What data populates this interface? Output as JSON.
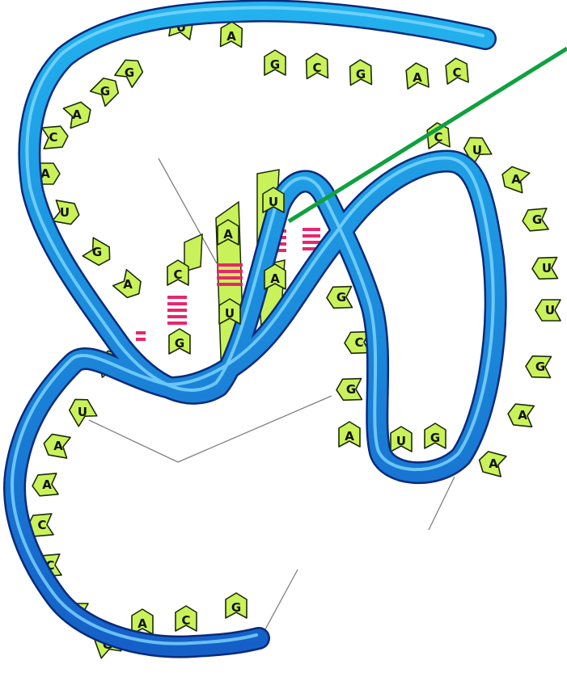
{
  "colors": {
    "ribbon_light": "#22b2ee",
    "ribbon_dark": "#1560c8",
    "ribbon_edge": "#0a2a7a",
    "base_fill": "#c9f25a",
    "base_edge": "#1a2a0a",
    "hbond": "#e8266e",
    "pointer_green": "#10a040",
    "leader_gray": "#808080"
  },
  "bases": [
    {
      "id": "b1",
      "letter": "G"
    },
    {
      "id": "b2",
      "letter": "U"
    },
    {
      "id": "b3",
      "letter": "A"
    },
    {
      "id": "b4",
      "letter": "G"
    },
    {
      "id": "b5",
      "letter": "C"
    },
    {
      "id": "b6",
      "letter": "G"
    },
    {
      "id": "b7",
      "letter": "A"
    },
    {
      "id": "b8",
      "letter": "C"
    },
    {
      "id": "b9",
      "letter": "G"
    },
    {
      "id": "b10",
      "letter": "A"
    },
    {
      "id": "b11",
      "letter": "C"
    },
    {
      "id": "b12",
      "letter": "A"
    },
    {
      "id": "b13",
      "letter": "U"
    },
    {
      "id": "b14",
      "letter": "G"
    },
    {
      "id": "b15",
      "letter": "A"
    },
    {
      "id": "b16",
      "letter": "C"
    },
    {
      "id": "b17",
      "letter": "G"
    },
    {
      "id": "b18",
      "letter": "A"
    },
    {
      "id": "b19",
      "letter": "U"
    },
    {
      "id": "b20",
      "letter": "U"
    },
    {
      "id": "b21",
      "letter": "A"
    },
    {
      "id": "b22",
      "letter": "C"
    },
    {
      "id": "b23",
      "letter": "U"
    },
    {
      "id": "b24",
      "letter": "A"
    },
    {
      "id": "b25",
      "letter": "G"
    },
    {
      "id": "b26",
      "letter": "U"
    },
    {
      "id": "b27",
      "letter": "U"
    },
    {
      "id": "b28",
      "letter": "G"
    },
    {
      "id": "b29",
      "letter": "A"
    },
    {
      "id": "b30",
      "letter": "A"
    },
    {
      "id": "b31",
      "letter": "G"
    },
    {
      "id": "b32",
      "letter": "U"
    },
    {
      "id": "b33",
      "letter": "A"
    },
    {
      "id": "b34",
      "letter": "G"
    },
    {
      "id": "b35",
      "letter": "C"
    },
    {
      "id": "b36",
      "letter": "G"
    },
    {
      "id": "b37",
      "letter": "G"
    },
    {
      "id": "b38",
      "letter": "U"
    },
    {
      "id": "b39",
      "letter": "A"
    },
    {
      "id": "b40",
      "letter": "A"
    },
    {
      "id": "b41",
      "letter": "C"
    },
    {
      "id": "b42",
      "letter": "C"
    },
    {
      "id": "b43",
      "letter": "A"
    },
    {
      "id": "b44",
      "letter": "G"
    },
    {
      "id": "b45",
      "letter": "A"
    },
    {
      "id": "b46",
      "letter": "C"
    },
    {
      "id": "b47",
      "letter": "G"
    }
  ]
}
